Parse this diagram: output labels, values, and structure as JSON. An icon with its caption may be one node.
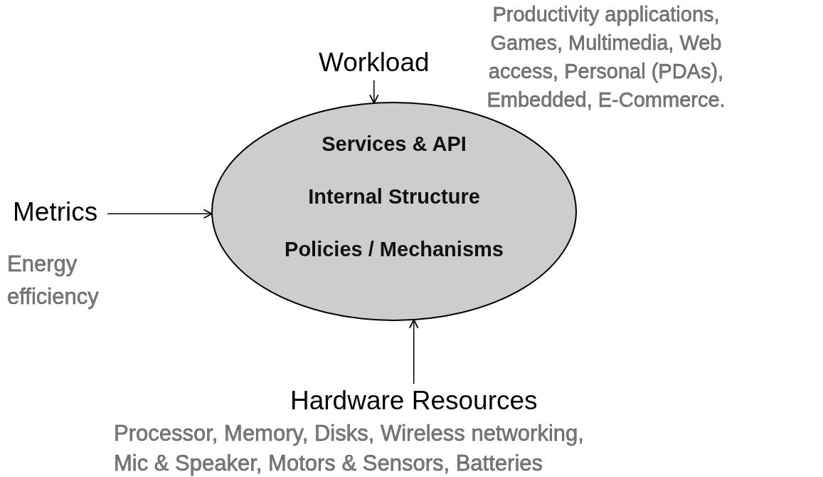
{
  "diagram": {
    "nodes": [
      {
        "text": [
          "Services & API",
          "Internal Structure",
          "Policies / Mechanisms"
        ]
      },
      {
        "text": [
          "Workload"
        ]
      },
      {
        "text": [
          "Metrics"
        ],
        "beside": [
          "Energy efficiency"
        ]
      },
      {
        "text": [
          "Hardware Resources"
        ],
        "beside": [
          "Processor, Memory, Disks, Wireless networking, Mic & Speaker, Motors & Sensors, Batteries"
        ]
      }
    ],
    "edges": [
      {
        "from": 1,
        "to": 0,
        "arrow": "to"
      },
      {
        "from": 2,
        "to": 0,
        "arrow": "to"
      },
      {
        "from": 3,
        "to": 0,
        "arrow": "to"
      }
    ],
    "labels": [
      "Productivity applications, Games, Multimedia, Web access, Personal (PDAs), Embedded, E-Commerce."
    ]
  }
}
